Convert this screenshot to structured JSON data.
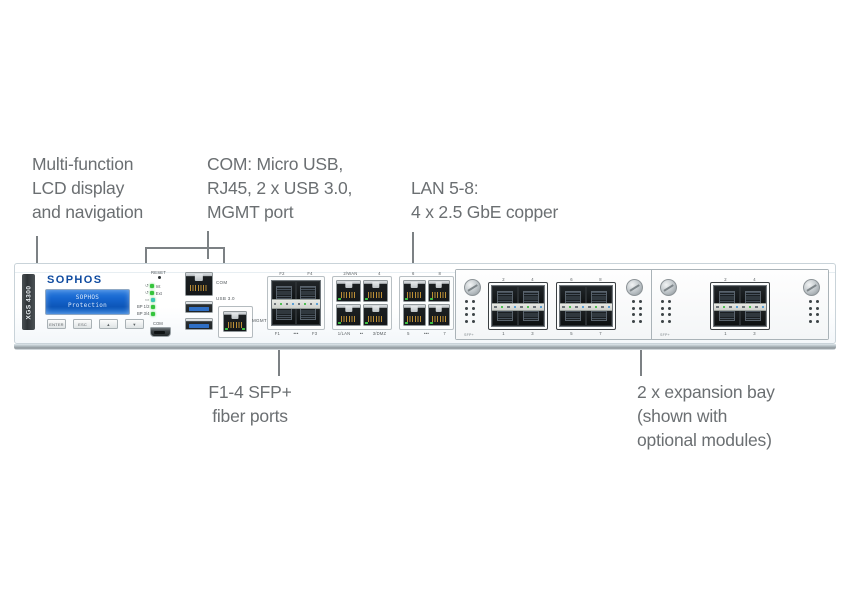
{
  "diagram": {
    "title": "Sophos XGS 4300 front panel",
    "callouts": {
      "lcd": "Multi-function\nLCD display\nand navigation",
      "com": "COM: Micro USB,\nRJ45, 2 x USB 3.0,\nMGMT port",
      "lan": "LAN 5-8:\n4 x 2.5 GbE copper",
      "sfp": "F1-4 SFP+\nfiber ports",
      "bays": "2 x expansion bay\n(shown with\noptional modules)"
    },
    "callout_color": "#6b6f72",
    "leader_color": "#7c8184"
  },
  "device": {
    "model_tab": "XGS 4300",
    "brand": "SOPHOS",
    "brand_color": "#0f4ba0",
    "lcd": {
      "line1": "SOPHOS",
      "line2": "Protection",
      "backlight_color": "#1666cf"
    },
    "lcd_buttons": [
      {
        "label": "ENTER",
        "name": "lcd-enter-button"
      },
      {
        "label": "ESC",
        "name": "lcd-esc-button"
      },
      {
        "label": "▲",
        "name": "lcd-up-button"
      },
      {
        "label": "▼",
        "name": "lcd-down-button"
      }
    ],
    "status": {
      "reset_label": "RESET",
      "leds": [
        {
          "symbol": "↺",
          "label": "Int",
          "color": "#35c43c"
        },
        {
          "symbol": "↺",
          "label": "Ext",
          "color": "#35c43c"
        },
        {
          "symbol": "▭",
          "label": "",
          "color": "#3bc6b6"
        }
      ],
      "bypass": [
        {
          "label": "BP 1/2",
          "color": "#35c43c"
        },
        {
          "label": "BP 3/4",
          "color": "#35c43c"
        }
      ],
      "com_label": "COM"
    },
    "io": {
      "com_rj45_label": "COM",
      "usb_label": "USB 3.0",
      "mgmt_label": "MGMT"
    },
    "port_groups": [
      {
        "name": "sfp-fiber-group",
        "type": "sfp",
        "top_labels": [
          "F2",
          "F4"
        ],
        "bottom_labels": [
          "F1",
          "F3"
        ],
        "separator": "•••"
      },
      {
        "name": "copper-group-1",
        "type": "copper",
        "top_labels": [
          "2/WAN",
          "4"
        ],
        "bottom_labels": [
          "1/LAN",
          "3/DMZ"
        ],
        "separator": "••"
      },
      {
        "name": "copper-group-2",
        "type": "copper",
        "top_labels": [
          "6",
          "8"
        ],
        "bottom_labels": [
          "5",
          "7"
        ],
        "separator": "•••"
      }
    ],
    "bays": [
      {
        "name": "expansion-bay-1",
        "module_tag": "SFP+",
        "modules": [
          {
            "top_labels": [
              "2",
              "4"
            ],
            "bottom_labels": [
              "1",
              "3"
            ]
          },
          {
            "top_labels": [
              "6",
              "8"
            ],
            "bottom_labels": [
              "5",
              "7"
            ]
          }
        ]
      },
      {
        "name": "expansion-bay-2",
        "module_tag": "SFP+",
        "modules": [
          {
            "top_labels": [
              "2",
              "4"
            ],
            "bottom_labels": [
              "1",
              "3"
            ]
          }
        ]
      }
    ]
  }
}
